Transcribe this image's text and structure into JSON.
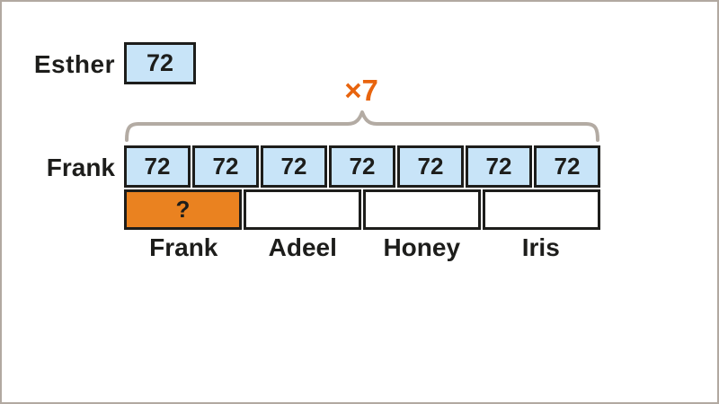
{
  "palette": {
    "background": "#ffffff",
    "frame_border": "#b2a9a1",
    "box_blue": "#c8e4f8",
    "box_orange": "#ea8220",
    "box_border": "#1d1d1b",
    "text_dark": "#1d1d1b",
    "accent_orange": "#e8640e",
    "brace_gray": "#b3aba3"
  },
  "diagram": {
    "esther": {
      "label": "Esther",
      "value": "72"
    },
    "multiplier": "×7",
    "frank": {
      "label": "Frank",
      "cells": [
        "72",
        "72",
        "72",
        "72",
        "72",
        "72",
        "72"
      ]
    },
    "shares": {
      "cells": [
        {
          "value": "?"
        },
        {
          "value": ""
        },
        {
          "value": ""
        },
        {
          "value": ""
        }
      ],
      "names": [
        "Frank",
        "Adeel",
        "Honey",
        "Iris"
      ]
    }
  }
}
